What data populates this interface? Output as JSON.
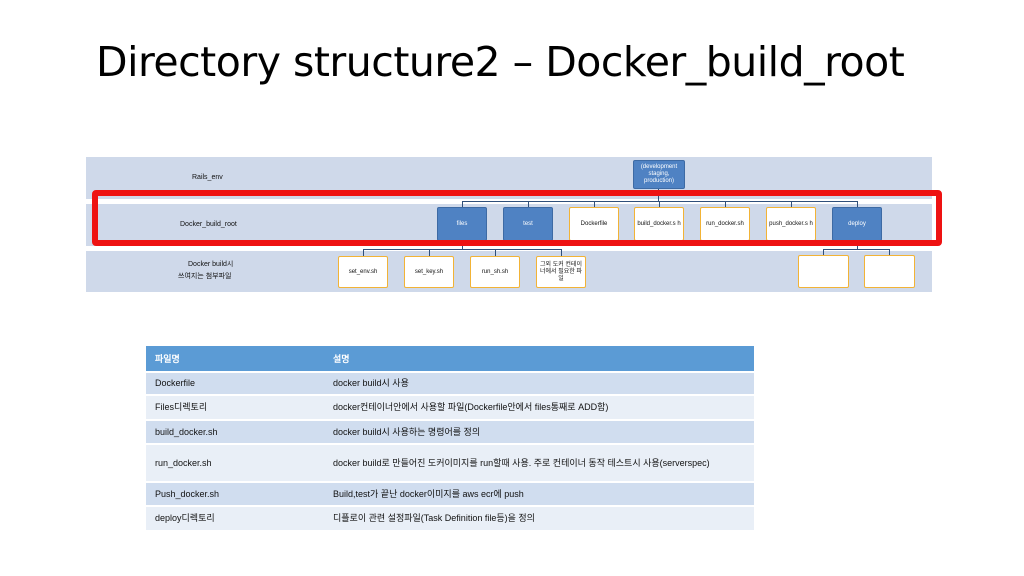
{
  "title": "Directory structure2 – Docker_build_root",
  "diagram": {
    "band_labels": {
      "rails_env": "Rails_env",
      "docker_build_root": "Docker_build_root",
      "docker_build_files_line1": "Docker build시",
      "docker_build_files_line2": "쓰여지는 첨부파일"
    },
    "root_node": "(development staging, production)",
    "level1": {
      "files": "files",
      "test": "test",
      "dockerfile": "Dockerfile",
      "build_docker": "build_docker.s h",
      "run_docker": "run_docker.sh",
      "push_docker": "push_docker.s h",
      "deploy": "deploy"
    },
    "level2": {
      "set_env": "set_env.sh",
      "set_key": "set_key.sh",
      "run_sh": "run_sh.sh",
      "other": "그외 도커 컨테이너에서 필요한 파일",
      "deploy_child_1": "",
      "deploy_child_2": ""
    }
  },
  "table": {
    "headers": [
      "파일명",
      "설명"
    ],
    "rows": [
      [
        "Dockerfile",
        "docker build시 사용"
      ],
      [
        "Files디렉토리",
        "docker컨테이너안에서 사용할 파일(Dockerfile안에서 files통째로 ADD함)"
      ],
      [
        "build_docker.sh",
        "docker build시 사용하는 명령어를 정의"
      ],
      [
        "run_docker.sh",
        "docker build로 만들어진 도커이미지를 run할때 사용. 주로 컨테이너 동작 테스트시 사용(serverspec)"
      ],
      [
        "Push_docker.sh",
        "Build,test가 끝난 docker이미지를 aws ecr에 push"
      ],
      [
        "deploy디렉토리",
        "디플로이 관련 설정파일(Task Definition file등)을 정의"
      ]
    ]
  },
  "colors": {
    "band": "#cfd9ea",
    "node_blue": "#4f82c3",
    "node_border": "#f2b336",
    "highlight": "#ee1212",
    "table_header": "#5b9bd5"
  }
}
